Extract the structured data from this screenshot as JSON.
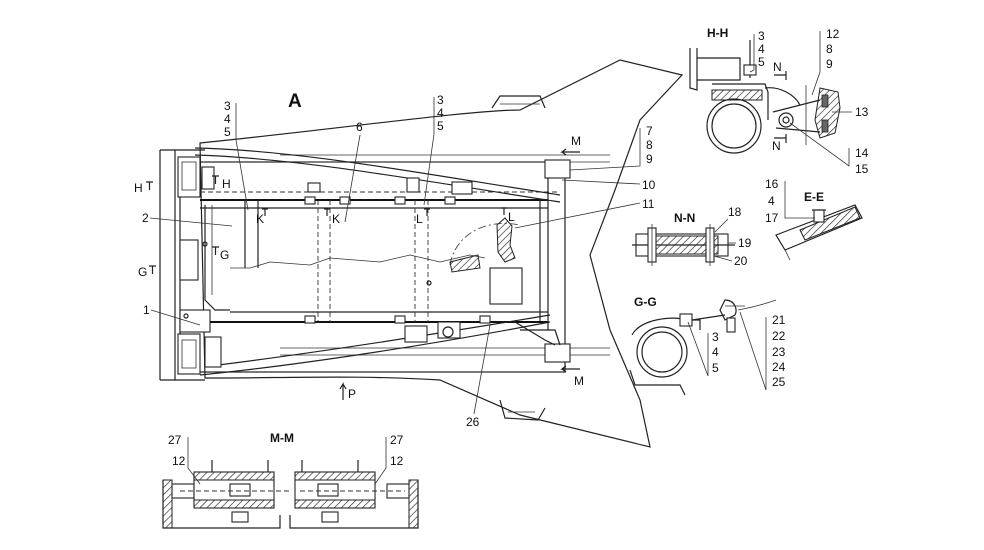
{
  "views": {
    "main": "A",
    "hh": "H-H",
    "nn": "N-N",
    "ee": "E-E",
    "gg": "G-G",
    "mm": "M-M"
  },
  "cut_marks": {
    "H": "H",
    "G": "G",
    "K": "K",
    "L": "L",
    "M": "M",
    "P": "P",
    "N": "N"
  },
  "callouts": {
    "n1": "1",
    "n2": "2",
    "n3": "3",
    "n4": "4",
    "n5": "5",
    "n6": "6",
    "n7": "7",
    "n8": "8",
    "n9": "9",
    "n10": "10",
    "n11": "11",
    "n12": "12",
    "n13": "13",
    "n14": "14",
    "n15": "15",
    "n16": "16",
    "n17": "17",
    "n18": "18",
    "n19": "19",
    "n20": "20",
    "n21": "21",
    "n22": "22",
    "n23": "23",
    "n24": "24",
    "n25": "25",
    "n26": "26",
    "n27": "27"
  }
}
